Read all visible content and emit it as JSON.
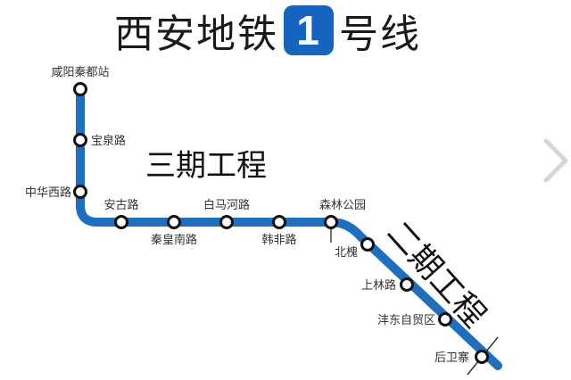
{
  "title": {
    "prefix": "西安地铁",
    "line_number": "1",
    "suffix": "号线"
  },
  "colors": {
    "line": "#1f6fc0",
    "badge": "#1565c0",
    "station_fill": "#ffffff",
    "station_stroke": "#111111"
  },
  "phases": {
    "phase3": "三期工程",
    "phase2": "二期工程"
  },
  "stations": [
    {
      "name": "咸阳秦都站"
    },
    {
      "name": "宝泉路"
    },
    {
      "name": "中华西路"
    },
    {
      "name": "安古路"
    },
    {
      "name": "秦皇南路"
    },
    {
      "name": "白马河路"
    },
    {
      "name": "韩非路"
    },
    {
      "name": "森林公园"
    },
    {
      "name": "北槐"
    },
    {
      "name": "上林路"
    },
    {
      "name": "沣东自贸区"
    },
    {
      "name": "后卫寨"
    }
  ],
  "navigation": {
    "next_icon": "chevron-right-icon"
  }
}
